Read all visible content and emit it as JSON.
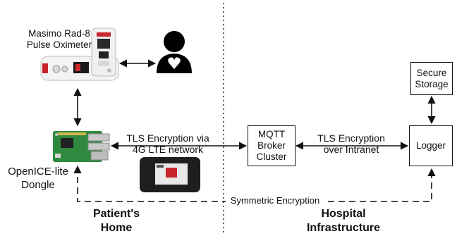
{
  "device": {
    "label_line1": "Masimo Rad-8",
    "label_line2": "Pulse Oximeter"
  },
  "dongle": {
    "label_line1": "OpenICE-lite",
    "label_line2": "Dongle"
  },
  "tls_lte": {
    "line1": "TLS Encryption via",
    "line2": "4G LTE network"
  },
  "mqtt": {
    "line1": "MQTT",
    "line2": "Broker",
    "line3": "Cluster"
  },
  "tls_intranet": {
    "line1": "TLS Encryption",
    "line2": "over Intranet"
  },
  "logger": {
    "label": "Logger"
  },
  "storage": {
    "line1": "Secure",
    "line2": "Storage"
  },
  "symmetric": {
    "label": "Symmetric Encryption"
  },
  "sections": {
    "home": {
      "line1": "Patient's",
      "line2": "Home"
    },
    "hospital": {
      "line1": "Hospital",
      "line2": "Infrastructure"
    }
  }
}
